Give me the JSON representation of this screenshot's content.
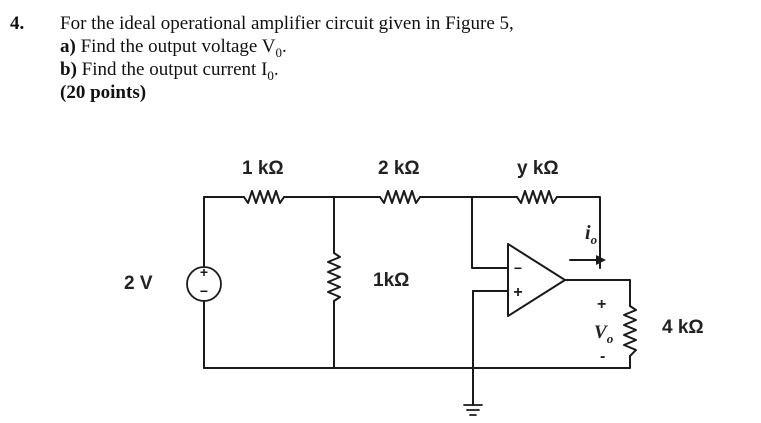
{
  "question": {
    "number": "4.",
    "stem": "For the ideal operational amplifier circuit given in Figure 5,",
    "part_a": {
      "prefix": "a)",
      "text": "Find the output voltage V",
      "sub": "0",
      "end": "."
    },
    "part_b": {
      "prefix": "b)",
      "text": "Find the output current I",
      "sub": "0",
      "end": "."
    },
    "points": "(20 points)"
  },
  "circuit": {
    "r1": "1 kΩ",
    "r2": "2 kΩ",
    "r3": "y kΩ",
    "r_shunt": "1kΩ",
    "r_load": "4 kΩ",
    "source": "2 V",
    "source_plus": "+",
    "source_minus": "−",
    "opamp_minus": "−",
    "opamp_plus": "+",
    "io": "i",
    "io_sub": "o",
    "vo": "V",
    "vo_sub": "o",
    "vo_plus": "+",
    "vo_minus": "-"
  }
}
